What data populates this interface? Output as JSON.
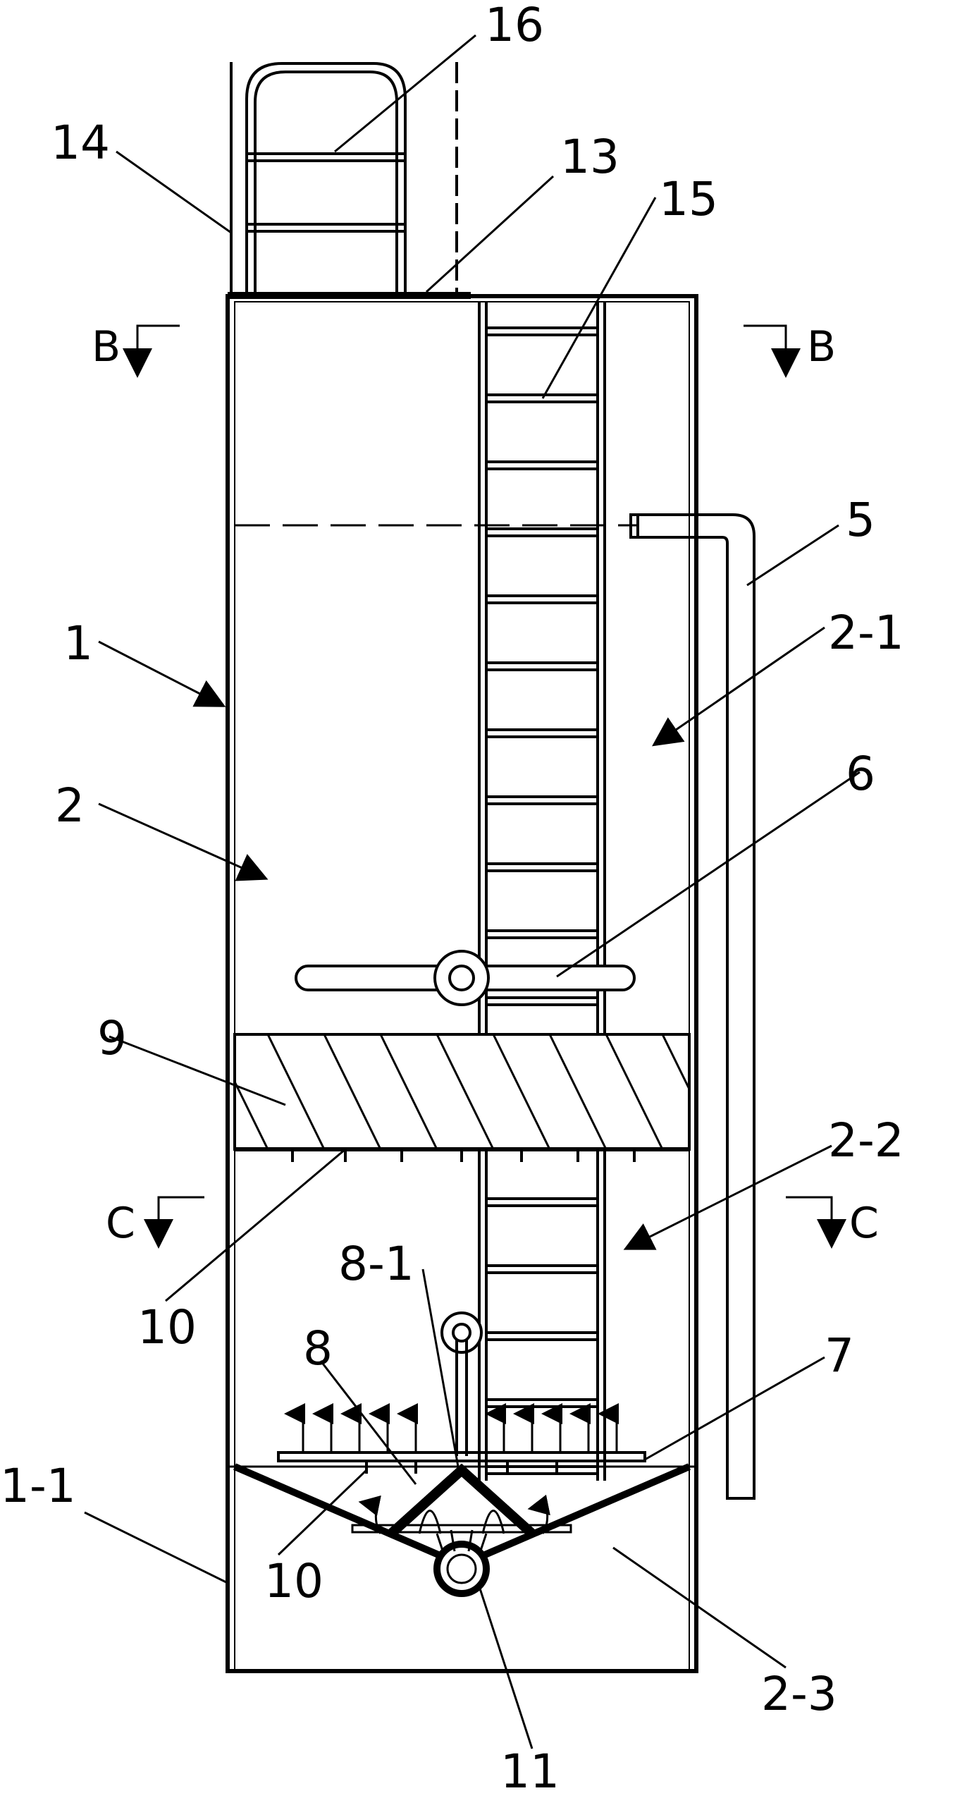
{
  "labels": {
    "l14": "14",
    "l16": "16",
    "l13": "13",
    "l15": "15",
    "l5": "5",
    "l1": "1",
    "l2_1": "2-1",
    "l2": "2",
    "l6": "6",
    "l9": "9",
    "l2_2": "2-2",
    "l10a": "10",
    "l8_1": "8-1",
    "l8": "8",
    "l7": "7",
    "l10b": "10",
    "l1_1": "1-1",
    "l2_3": "2-3",
    "l11": "11"
  },
  "section_marks": {
    "b_left": "B",
    "b_right": "B",
    "c_left": "C",
    "c_right": "C"
  },
  "colors": {
    "line": "#000000",
    "background": "#ffffff"
  }
}
